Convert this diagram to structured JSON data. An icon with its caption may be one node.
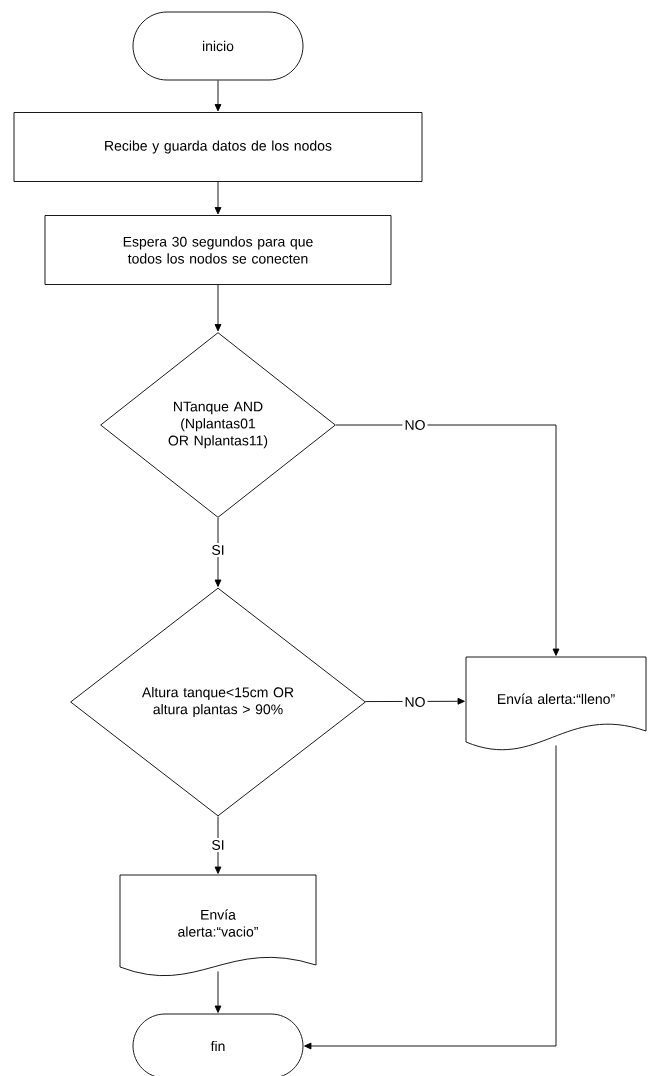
{
  "diagram": {
    "nodes": [
      {
        "text": [
          "inicio"
        ]
      },
      {
        "text": [
          "Recibe y guarda datos de los nodos"
        ]
      },
      {
        "text": [
          "Espera 30 segundos para que todos los nodos se conecten"
        ]
      },
      {
        "text": [
          "NTanque AND (Nplantas01 OR Nplantas11)"
        ]
      },
      {
        "text": [
          "Altura tanque<15cm OR altura plantas > 90%"
        ]
      },
      {
        "text": [
          "Envía alerta:“lleno”"
        ]
      },
      {
        "text": [
          "Envía alerta:“vacio”"
        ]
      },
      {
        "text": [
          "fin"
        ]
      }
    ],
    "edges": [
      {
        "from": 0,
        "to": 1,
        "arrow": "to"
      },
      {
        "from": 1,
        "to": 2,
        "arrow": "to"
      },
      {
        "from": 2,
        "to": 3,
        "arrow": "to"
      },
      {
        "from": 3,
        "to": 4,
        "arrow": "to",
        "label": "SI"
      },
      {
        "from": 3,
        "to": 5,
        "arrow": "to",
        "label": "NO"
      },
      {
        "from": 4,
        "to": 5,
        "arrow": "to",
        "label": "NO"
      },
      {
        "from": 4,
        "to": 6,
        "arrow": "to",
        "label": "SI"
      },
      {
        "from": 6,
        "to": 7,
        "arrow": "to"
      },
      {
        "from": 5,
        "to": 7,
        "arrow": "to"
      }
    ]
  }
}
